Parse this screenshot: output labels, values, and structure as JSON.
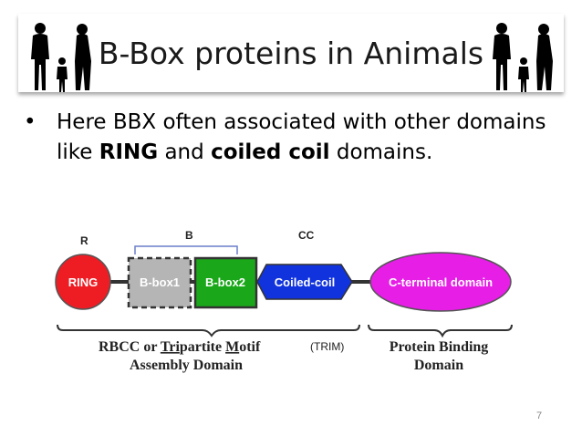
{
  "title": "B-Box proteins in Animals",
  "bullet": {
    "text_before": "Here BBX often associated with other domains like ",
    "bold1": "RING",
    "text_mid": " and ",
    "bold2": "coiled coil",
    "text_after": " domains."
  },
  "diagram": {
    "labels": {
      "r": "R",
      "b": "B",
      "cc": "CC"
    },
    "domains": {
      "ring": "RING",
      "bbox1": "B-box1",
      "bbox2": "B-box2",
      "coiled": "Coiled-coil",
      "cterm": "C-terminal domain"
    },
    "captions": {
      "rbcc_line1_a": "RBCC or ",
      "rbcc_tri": "Tri",
      "rbcc_partite": "partite ",
      "rbcc_m": "M",
      "rbcc_otif": "otif",
      "trim": "(TRIM)",
      "rbcc_line2": "Assembly Domain",
      "pbd_line1": "Protein Binding",
      "pbd_line2": "Domain"
    },
    "colors": {
      "ring": "#ee1d24",
      "bbox1": "#b5b5b5",
      "bbox2": "#1aa81a",
      "coiled": "#1133dd",
      "cterm": "#e61ee6",
      "bracket": "#6a7fc9"
    }
  },
  "page_number": "7"
}
